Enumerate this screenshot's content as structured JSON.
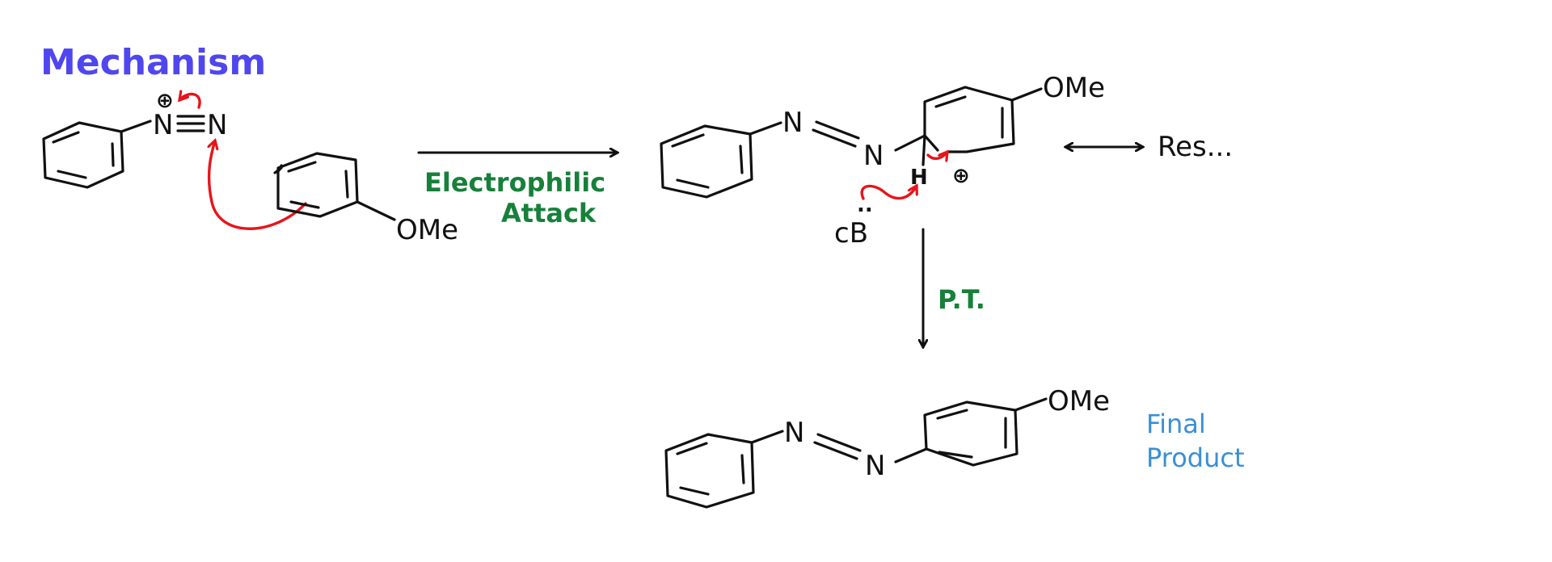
{
  "title": "Mechanism",
  "colors": {
    "title": "#5046f0",
    "green": "#17803a",
    "blue": "#3a8fd6",
    "arrow_red": "#e8141b",
    "ink": "#111111"
  },
  "diazonium": {
    "charge": "⊕",
    "n1": "N",
    "n2": "N"
  },
  "anisole": {
    "substituent": "OMe"
  },
  "step1": {
    "label_line1": "Electrophilic",
    "label_line2": "Attack"
  },
  "intermediate": {
    "n1": "N",
    "n2": "N",
    "substituent": "OMe",
    "hydrogen": "H",
    "charge": "⊕",
    "base_lone_pair": "..",
    "base": "cB",
    "resonance": "Res..."
  },
  "step2": {
    "label": "P.T."
  },
  "product": {
    "n1": "N",
    "n2": "N",
    "substituent": "OMe",
    "label_line1": "Final",
    "label_line2": "Product"
  }
}
